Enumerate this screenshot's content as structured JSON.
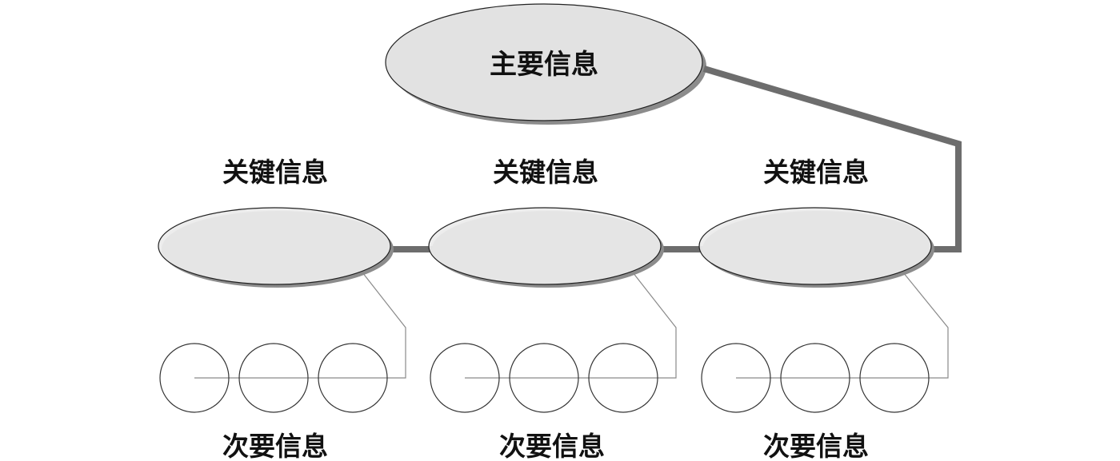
{
  "main": {
    "label": "主要信息"
  },
  "key_groups": [
    {
      "label": "关键信息",
      "secondary_label": "次要信息",
      "circle_count": 3
    },
    {
      "label": "关键信息",
      "secondary_label": "次要信息",
      "circle_count": 3
    },
    {
      "label": "关键信息",
      "secondary_label": "次要信息",
      "circle_count": 3
    }
  ],
  "colors": {
    "main_fill": "#e2e2e2",
    "key_fill": "#ececec",
    "shadow": "#8c8c8c",
    "connector": "#6d6d6d",
    "thin_line": "#8a8a8a",
    "circle_stroke": "#333333"
  }
}
